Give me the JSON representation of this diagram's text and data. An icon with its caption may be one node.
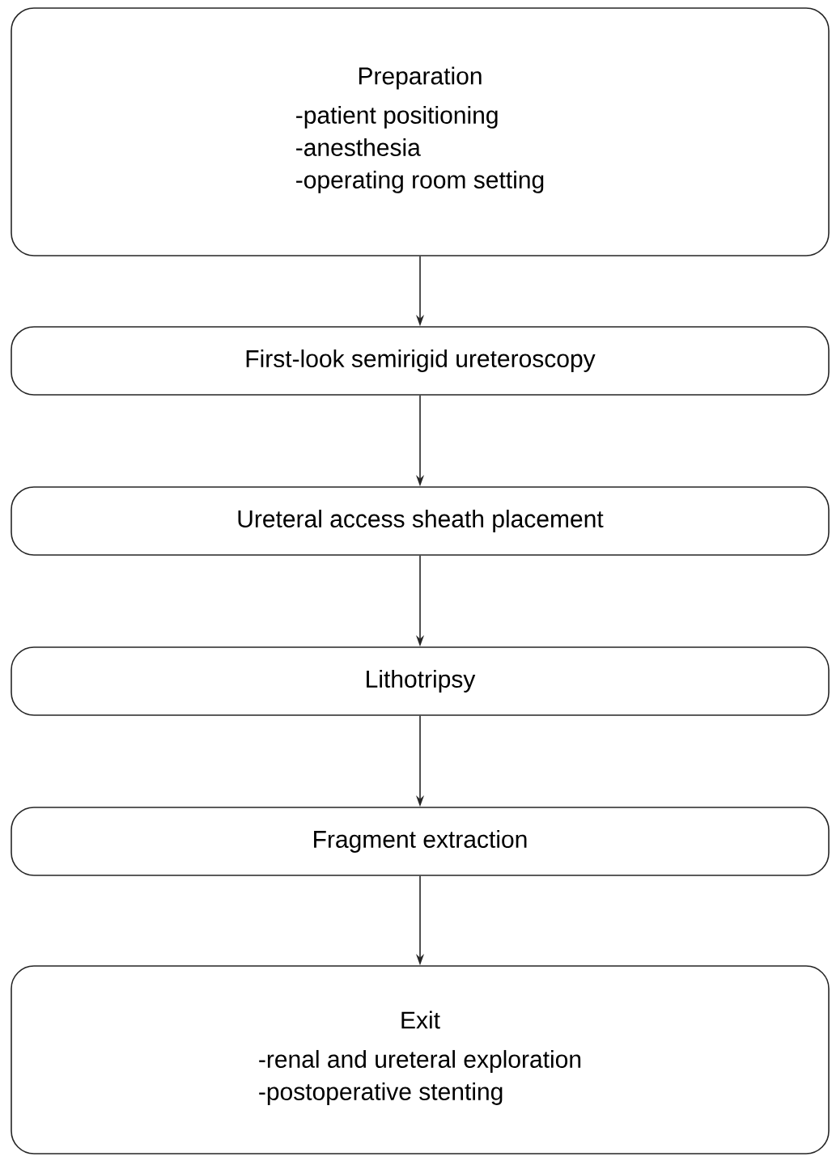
{
  "diagram": {
    "nodes": [
      {
        "text": [
          "Preparation",
          "-patient positioning",
          "-anesthesia",
          "-operating room setting"
        ]
      },
      {
        "text": [
          "First-look semirigid ureteroscopy"
        ]
      },
      {
        "text": [
          "Ureteral access sheath placement"
        ]
      },
      {
        "text": [
          "Lithotripsy"
        ]
      },
      {
        "text": [
          "Fragment extraction"
        ]
      },
      {
        "text": [
          "Exit",
          "-renal and ureteral exploration",
          "-postoperative stenting"
        ]
      }
    ],
    "edges": [
      {
        "from": 0,
        "to": 1,
        "arrow": "to"
      },
      {
        "from": 1,
        "to": 2,
        "arrow": "to"
      },
      {
        "from": 2,
        "to": 3,
        "arrow": "to"
      },
      {
        "from": 3,
        "to": 4,
        "arrow": "to"
      },
      {
        "from": 4,
        "to": 5,
        "arrow": "to"
      }
    ]
  }
}
